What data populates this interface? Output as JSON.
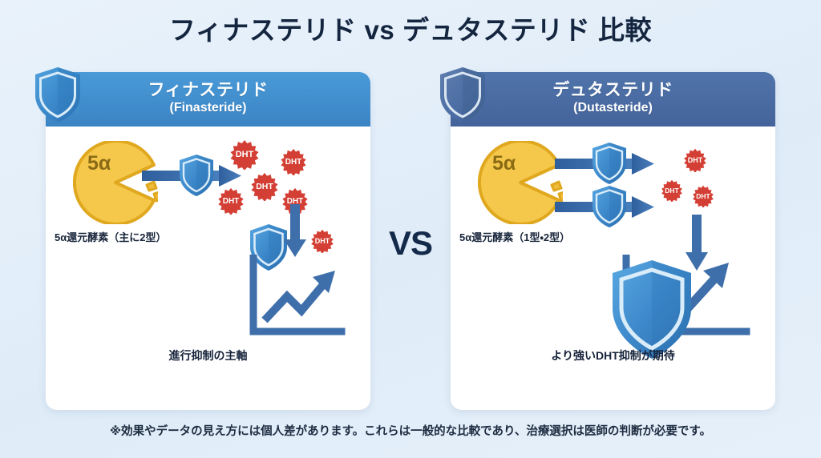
{
  "page": {
    "title": "フィナステリド vs デュタステリド 比較",
    "vs_label": "VS",
    "footer_note": "※効果やデータの見え方には個人差があります。これらは一般的な比較であり、治療選択は医師の判断が必要です。",
    "background_color": "#e4eff9",
    "title_color": "#14253f"
  },
  "cards": {
    "left": {
      "title_jp": "フィナステリド",
      "title_en": "(Finasteride)",
      "header_color": "#3b84c4",
      "shield_color": "#3b8fd4",
      "enzyme_label": "5α還元酵素（主に2型）",
      "enzyme_symbol": "5α",
      "chart_label": "進行抑制の主軸",
      "shield_count": 1,
      "dht_badges": [
        {
          "label": "DHT",
          "size": 34
        },
        {
          "label": "DHT",
          "size": 30
        },
        {
          "label": "DHT",
          "size": 32
        },
        {
          "label": "DHT",
          "size": 30
        },
        {
          "label": "DHT",
          "size": 30
        },
        {
          "label": "DHT",
          "size": 26
        }
      ]
    },
    "right": {
      "title_jp": "デュタステリド",
      "title_en": "(Dutasteride)",
      "header_color": "#44639b",
      "shield_color": "#4a6fa8",
      "enzyme_label": "5α還元酵素（1型・2型）",
      "enzyme_symbol": "5α",
      "chart_label": "より強いDHT抑制が期待",
      "shield_count": 2,
      "dht_badges": [
        {
          "label": "DHT",
          "size": 26
        },
        {
          "label": "DHT",
          "size": 24
        },
        {
          "label": "DHT",
          "size": 24
        }
      ]
    }
  },
  "colors": {
    "dht_red": "#d33f34",
    "enzyme_yellow": "#f5c84b",
    "enzyme_yellow_dark": "#e0a81f",
    "arrow_blue": "#3e6fab",
    "shield_blue_light": "#4a9ad8",
    "shield_blue_dark": "#2f74b5"
  }
}
